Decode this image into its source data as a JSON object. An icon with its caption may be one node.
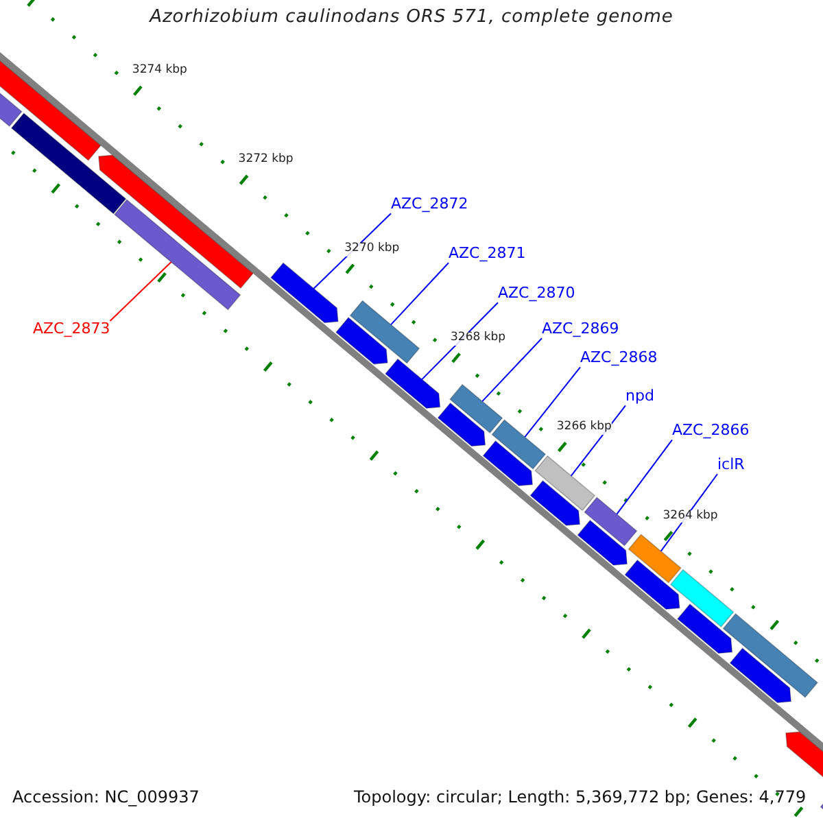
{
  "diagram": {
    "title": "Azorhizobium caulinodans ORS 571, complete genome",
    "nodes": [
      {
        "text": [
          "AZC_2873"
        ]
      },
      {
        "text": [
          "AZC_2872"
        ]
      },
      {
        "text": [
          "AZC_2871"
        ]
      },
      {
        "text": [
          "AZC_2870"
        ]
      },
      {
        "text": [
          "AZC_2869"
        ]
      },
      {
        "text": [
          "AZC_2868"
        ]
      },
      {
        "text": [
          "npd"
        ]
      },
      {
        "text": [
          "AZC_2866"
        ]
      },
      {
        "text": [
          "iclR"
        ]
      },
      {
        "text": [],
        "shape": "arrow"
      },
      {
        "text": [],
        "shape": "bar"
      },
      {
        "text": [],
        "shape": "bar"
      },
      {
        "text": [],
        "shape": "arrow"
      },
      {
        "text": [],
        "shape": "bar"
      },
      {
        "text": [],
        "shape": "arrow"
      },
      {
        "text": [],
        "shape": "arrow"
      },
      {
        "text": [],
        "shape": "bar"
      },
      {
        "text": [],
        "shape": "arrow"
      },
      {
        "text": [],
        "shape": "bar"
      },
      {
        "text": [],
        "shape": "arrow"
      },
      {
        "text": [],
        "shape": "bar"
      },
      {
        "text": [],
        "shape": "arrow"
      },
      {
        "text": [],
        "shape": "bar"
      },
      {
        "text": [],
        "shape": "arrow"
      },
      {
        "text": [],
        "shape": "bar"
      },
      {
        "text": [],
        "shape": "arrow"
      },
      {
        "text": [],
        "shape": "bar"
      },
      {
        "text": [],
        "shape": "arrow"
      },
      {
        "text": [],
        "shape": "bar"
      },
      {
        "text": [],
        "shape": "arrow"
      },
      {
        "text": [],
        "shape": "bar"
      },
      {
        "text": [],
        "shape": "arrow"
      },
      {
        "text": [],
        "shape": "arrow"
      },
      {
        "text": [],
        "shape": "bar"
      }
    ],
    "edges": [
      {
        "from": 0,
        "to": 13,
        "arrow": "none",
        "color": "#ff0000"
      },
      {
        "from": 1,
        "to": 14,
        "arrow": "none"
      },
      {
        "from": 2,
        "to": 16,
        "arrow": "none"
      },
      {
        "from": 3,
        "to": 17,
        "arrow": "none"
      },
      {
        "from": 4,
        "to": 18,
        "arrow": "none"
      },
      {
        "from": 5,
        "to": 20,
        "arrow": "none"
      },
      {
        "from": 6,
        "to": 22,
        "arrow": "none"
      },
      {
        "from": 7,
        "to": 24,
        "arrow": "none"
      },
      {
        "from": 8,
        "to": 26,
        "arrow": "none"
      }
    ],
    "labels": [
      "3274 kbp",
      "3272 kbp",
      "3270 kbp",
      "3268 kbp",
      "3266 kbp",
      "3264 kbp",
      "Accession: NC_009937",
      "Topology: circular; Length: 5,369,772 bp; Genes: 4,779"
    ]
  }
}
